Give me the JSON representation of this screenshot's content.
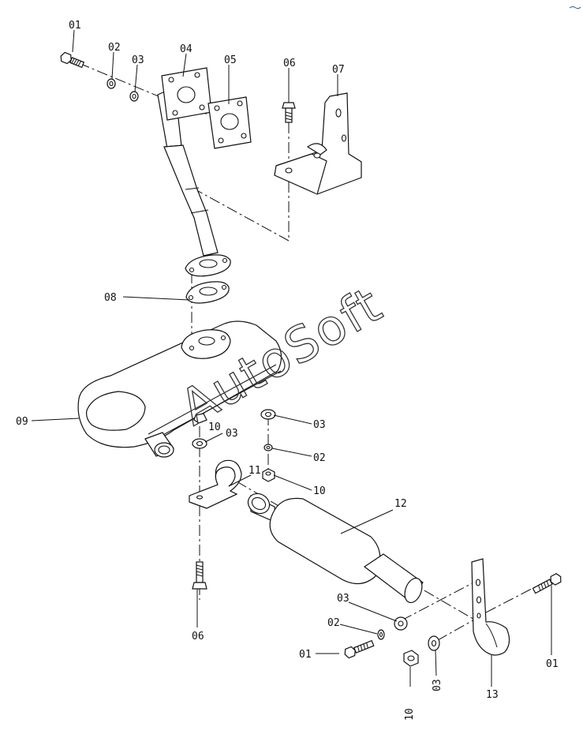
{
  "watermark": "AutoSoft",
  "parts": [
    {
      "id": "01",
      "label": "01"
    },
    {
      "id": "02",
      "label": "02"
    },
    {
      "id": "03",
      "label": "03"
    },
    {
      "id": "04",
      "label": "04"
    },
    {
      "id": "05",
      "label": "05"
    },
    {
      "id": "06",
      "label": "06"
    },
    {
      "id": "07",
      "label": "07"
    },
    {
      "id": "08",
      "label": "08"
    },
    {
      "id": "09",
      "label": "09"
    },
    {
      "id": "10",
      "label": "10"
    },
    {
      "id": "11",
      "label": "11"
    },
    {
      "id": "12",
      "label": "12"
    },
    {
      "id": "13",
      "label": "13"
    }
  ],
  "colors": {
    "line": "#111111",
    "background": "#ffffff"
  }
}
